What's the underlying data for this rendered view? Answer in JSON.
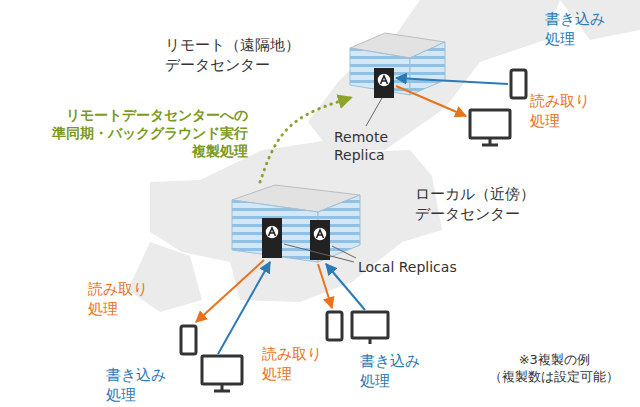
{
  "diagram": {
    "nodes": [
      {
        "text": [
          "リモート（遠隔地） データセンター"
        ]
      },
      {
        "text": [
          "ローカル（近傍） データセンター"
        ]
      }
    ],
    "edges": [
      {
        "from": 1,
        "to": 0,
        "arrow": "to",
        "label": "リモートデータセンターへの 準同期・バックグラウンド実行 複製処理"
      }
    ],
    "labels": [
      "Remote Replica",
      "Local Replicas",
      "書き込み 処理",
      "読み取り 処理",
      "読み取り 処理",
      "書き込み 処理",
      "読み取り 処理",
      "書き込み 処理",
      "※3複製の例 （複製数は設定可能）"
    ]
  }
}
